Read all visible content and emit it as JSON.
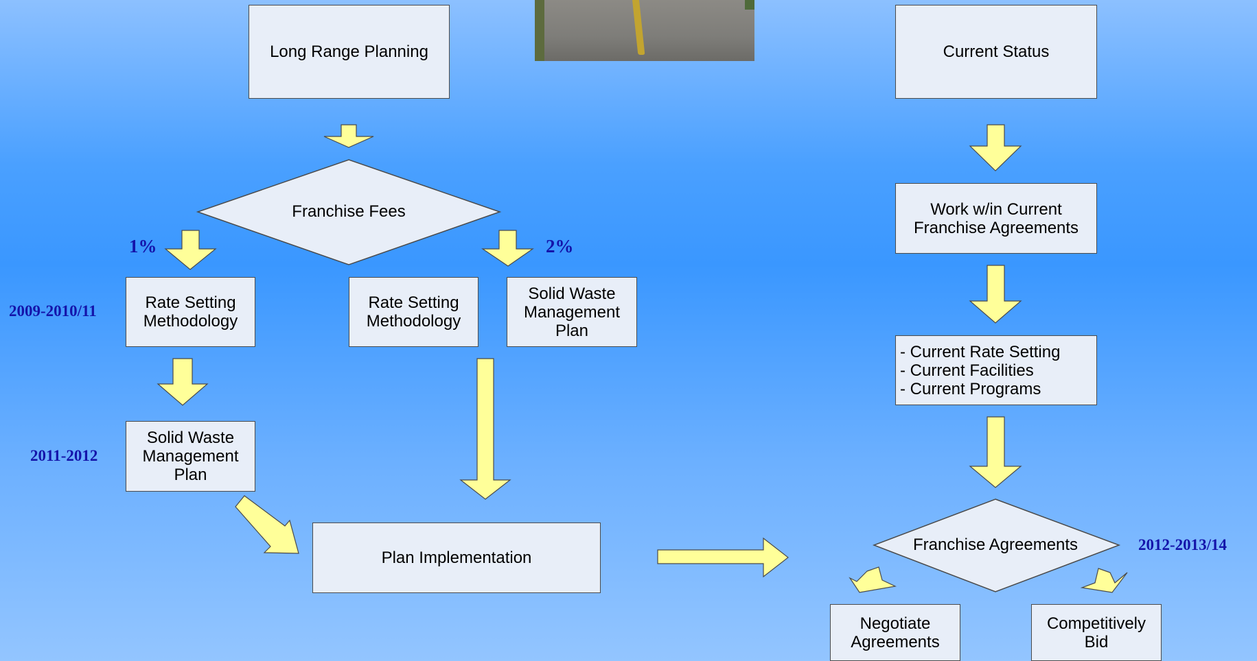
{
  "boxes": {
    "long_range": "Long Range Planning",
    "current_status": "Current Status",
    "work_within": "Work w/in Current\nFranchise Agreements",
    "current_list": "- Current Rate Setting\n- Current Facilities\n- Current Programs",
    "rate_left": "Rate Setting\nMethodology",
    "rate_mid": "Rate Setting\nMethodology",
    "solid_right": "Solid Waste\nManagement\nPlan",
    "solid_left": "Solid Waste\nManagement\n   Plan",
    "plan_impl": "Plan Implementation",
    "negotiate": "Negotiate\nAgreements",
    "competitive": "Competitively\nBid"
  },
  "diamonds": {
    "franchise_fees": "Franchise Fees",
    "franchise_agreements": "Franchise Agreements"
  },
  "labels": {
    "one_pct": "1%",
    "two_pct": "2%",
    "years_1": "2009-2010/11",
    "years_2": "2011-2012",
    "years_3": "2012-2013/14"
  },
  "colors": {
    "arrow_fill": "#ffff99",
    "box_fill": "#e8eef8",
    "label_color": "#1414aa"
  },
  "photo": "road-photo"
}
